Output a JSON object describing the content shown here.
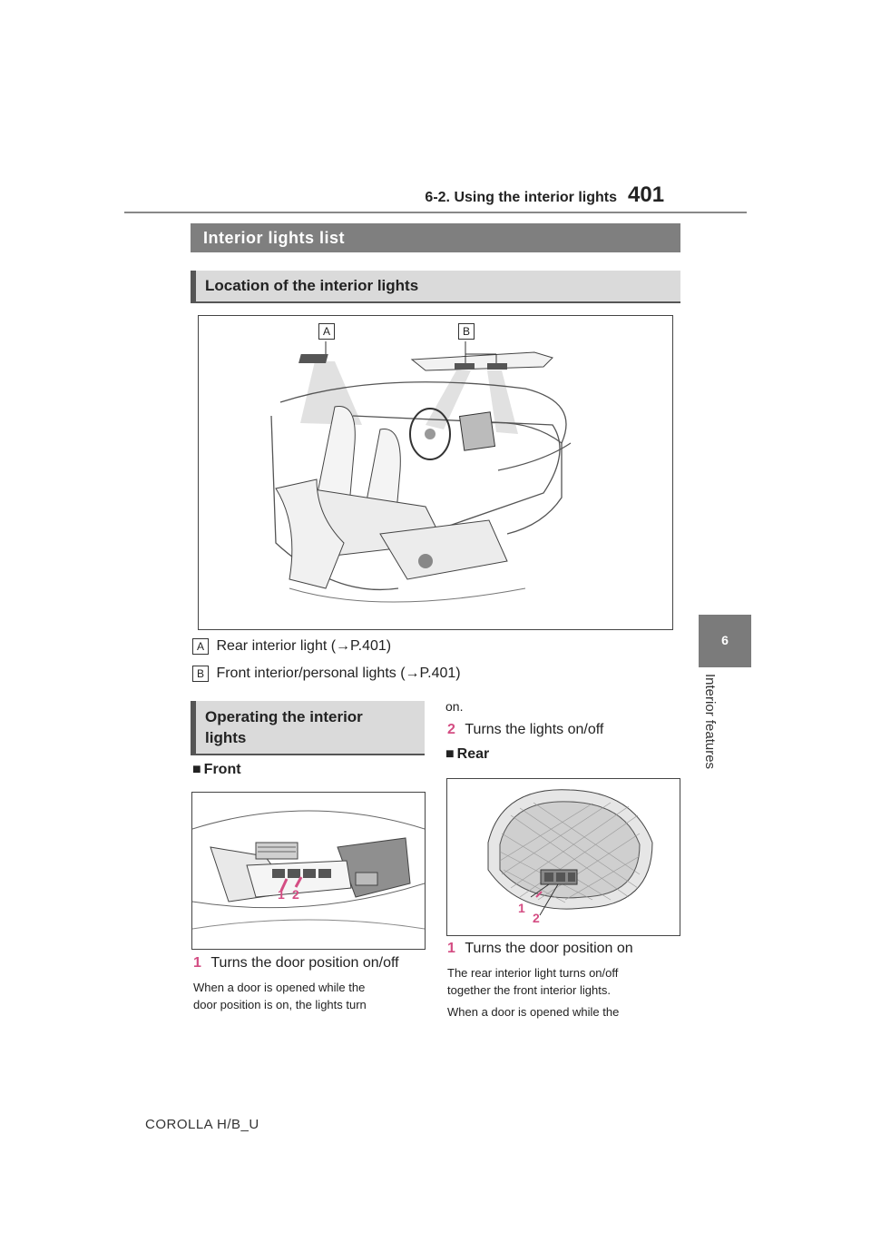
{
  "header": {
    "section_title": "6-2. Using the interior lights",
    "page_number": "401"
  },
  "side_tab": {
    "number": "6",
    "label": "Interior features"
  },
  "headings": {
    "main": "Interior lights list",
    "location": "Location of the interior lights",
    "operating_line1": "Operating the interior",
    "operating_line2": "lights"
  },
  "figure_main": {
    "callouts": [
      "A",
      "B"
    ]
  },
  "legend": [
    {
      "letter": "A",
      "text": "Rear interior light (→P.401)"
    },
    {
      "letter": "B",
      "text": "Front interior/personal lights (→P.401)"
    }
  ],
  "front": {
    "heading": "Front",
    "callouts": [
      "1",
      "2"
    ],
    "step1_num": "1",
    "step1_text": "Turns the door position on/off",
    "note_line1": "When a door is opened while the",
    "note_line2": "door position is on, the lights turn"
  },
  "right_column": {
    "continuation": "on.",
    "step2_num": "2",
    "step2_text": "Turns the lights on/off",
    "rear_heading": "Rear",
    "rear_callouts": [
      "1",
      "2"
    ],
    "rear_step1_num": "1",
    "rear_step1_text": "Turns the door position on",
    "rear_note1_line1": "The rear interior light turns on/off",
    "rear_note1_line2": "together the front interior lights.",
    "rear_note2": "When a door is opened while the"
  },
  "footer": {
    "model": "COROLLA H/B_U"
  },
  "colors": {
    "accent_pink": "#d44d83",
    "heading_dark": "#7f7f7f",
    "heading_light": "#dadada"
  }
}
